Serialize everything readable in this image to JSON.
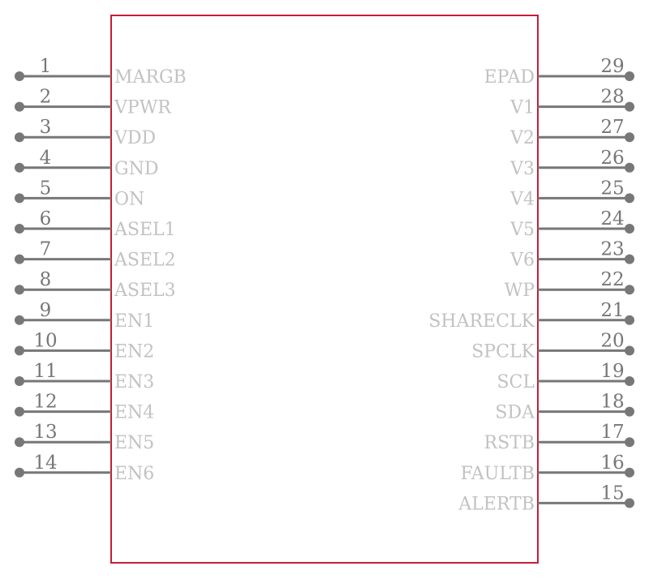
{
  "colors": {
    "body_outline": "#c41e3a",
    "pin": "#777777",
    "pin_name": "#c2c2c2"
  },
  "left_pins": [
    {
      "number": "1",
      "name": "MARGB"
    },
    {
      "number": "2",
      "name": "VPWR"
    },
    {
      "number": "3",
      "name": "VDD"
    },
    {
      "number": "4",
      "name": "GND"
    },
    {
      "number": "5",
      "name": "ON"
    },
    {
      "number": "6",
      "name": "ASEL1"
    },
    {
      "number": "7",
      "name": "ASEL2"
    },
    {
      "number": "8",
      "name": "ASEL3"
    },
    {
      "number": "9",
      "name": "EN1"
    },
    {
      "number": "10",
      "name": "EN2"
    },
    {
      "number": "11",
      "name": "EN3"
    },
    {
      "number": "12",
      "name": "EN4"
    },
    {
      "number": "13",
      "name": "EN5"
    },
    {
      "number": "14",
      "name": "EN6"
    }
  ],
  "right_pins": [
    {
      "number": "29",
      "name": "EPAD"
    },
    {
      "number": "28",
      "name": "V1"
    },
    {
      "number": "27",
      "name": "V2"
    },
    {
      "number": "26",
      "name": "V3"
    },
    {
      "number": "25",
      "name": "V4"
    },
    {
      "number": "24",
      "name": "V5"
    },
    {
      "number": "23",
      "name": "V6"
    },
    {
      "number": "22",
      "name": "WP"
    },
    {
      "number": "21",
      "name": "SHARECLK"
    },
    {
      "number": "20",
      "name": "SPCLK"
    },
    {
      "number": "19",
      "name": "SCL"
    },
    {
      "number": "18",
      "name": "SDA"
    },
    {
      "number": "17",
      "name": "RSTB"
    },
    {
      "number": "16",
      "name": "FAULTB"
    },
    {
      "number": "15",
      "name": "ALERTB"
    }
  ]
}
